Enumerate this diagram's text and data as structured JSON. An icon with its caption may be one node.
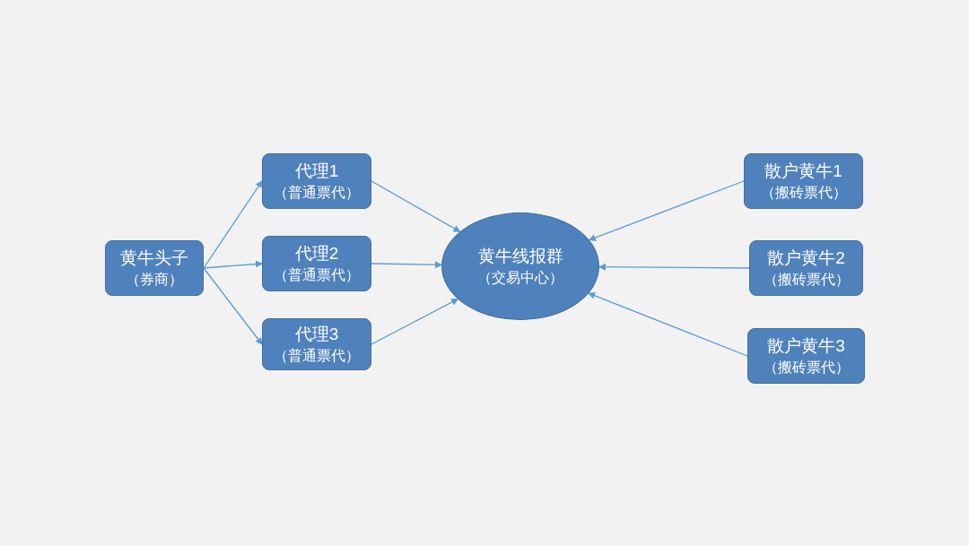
{
  "diagram": {
    "nodes": [
      {
        "text": [
          "黄牛头子",
          "（券商）"
        ]
      },
      {
        "text": [
          "代理1",
          "（普通票代）"
        ]
      },
      {
        "text": [
          "代理2",
          "（普通票代）"
        ]
      },
      {
        "text": [
          "代理3",
          "（普通票代）"
        ]
      },
      {
        "text": [
          "黄牛线报群",
          "（交易中心）"
        ]
      },
      {
        "text": [
          "散户黄牛1",
          "（搬砖票代）"
        ]
      },
      {
        "text": [
          "散户黄牛2",
          "（搬砖票代）"
        ]
      },
      {
        "text": [
          "散户黄牛3",
          "（搬砖票代）"
        ]
      }
    ],
    "edges": [
      {
        "from": 0,
        "to": 1,
        "arrow": "to"
      },
      {
        "from": 0,
        "to": 2,
        "arrow": "to"
      },
      {
        "from": 0,
        "to": 3,
        "arrow": "to"
      },
      {
        "from": 1,
        "to": 4,
        "arrow": "to"
      },
      {
        "from": 2,
        "to": 4,
        "arrow": "to"
      },
      {
        "from": 3,
        "to": 4,
        "arrow": "to"
      },
      {
        "from": 5,
        "to": 4,
        "arrow": "to"
      },
      {
        "from": 6,
        "to": 4,
        "arrow": "to"
      },
      {
        "from": 7,
        "to": 4,
        "arrow": "to"
      }
    ]
  }
}
